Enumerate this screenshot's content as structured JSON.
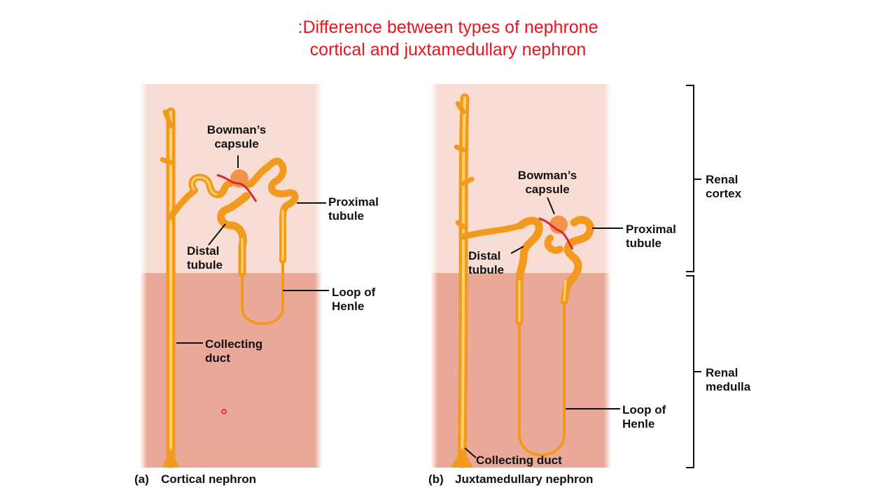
{
  "title": {
    "line1": ":Difference between types of nephrone",
    "line2": "cortical and juxtamedullary nephron"
  },
  "panel_a": {
    "caption_letter": "(a)",
    "caption": "Cortical nephron",
    "labels": {
      "bowman_1": "Bowman’s",
      "bowman_2": "capsule",
      "proximal_1": "Proximal",
      "proximal_2": "tubule",
      "distal_1": "Distal",
      "distal_2": "tubule",
      "loop_1": "Loop of",
      "loop_2": "Henle",
      "collecting_1": "Collecting",
      "collecting_2": "duct"
    }
  },
  "panel_b": {
    "caption_letter": "(b)",
    "caption": "Juxtamedullary nephron",
    "labels": {
      "bowman_1": "Bowman’s",
      "bowman_2": "capsule",
      "proximal_1": "Proximal",
      "proximal_2": "tubule",
      "distal_1": "Distal",
      "distal_2": "tubule",
      "loop_1": "Loop of",
      "loop_2": "Henle",
      "collecting": "Collecting duct"
    }
  },
  "regions": {
    "cortex_1": "Renal",
    "cortex_2": "cortex",
    "medulla_1": "Renal",
    "medulla_2": "medulla"
  },
  "colors": {
    "title": "#e8141e",
    "cortex_bg": "#f8ddd4",
    "medulla_bg": "#eaa898",
    "tubule": "#f7a92c",
    "tubule_highlight": "#ffd36a",
    "capsule": "#f4934a",
    "vessel": "#d8263a"
  }
}
